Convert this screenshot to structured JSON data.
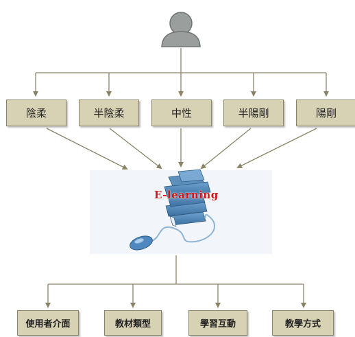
{
  "top_items": [
    {
      "label": "陰柔"
    },
    {
      "label": "半陰柔"
    },
    {
      "label": "中性"
    },
    {
      "label": "半陽剛"
    },
    {
      "label": "陽剛"
    }
  ],
  "center": {
    "label": "E-learning",
    "icon": "books-mouse-icon"
  },
  "bottom_items": [
    {
      "label": "使用者介面"
    },
    {
      "label": "教材類型"
    },
    {
      "label": "學習互動"
    },
    {
      "label": "教學方式"
    }
  ],
  "colors": {
    "box_fill": "#d8d2b4",
    "box_border": "#8a8466",
    "line": "#8a8466",
    "label_text": "#d01818"
  }
}
